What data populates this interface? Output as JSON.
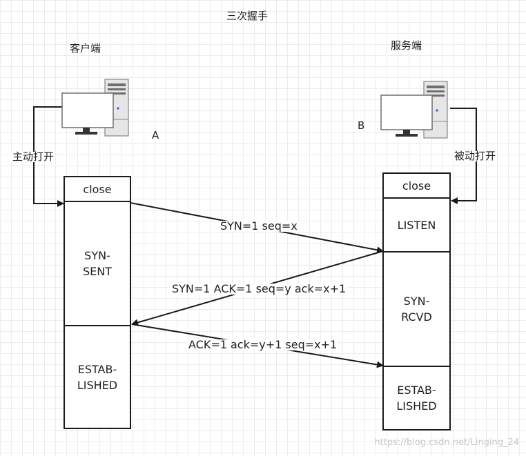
{
  "title": "三次握手",
  "client": {
    "title": "客户端",
    "letter": "A",
    "action": "主动打开"
  },
  "server": {
    "title": "服务端",
    "letter": "B",
    "action": "被动打开"
  },
  "client_states": {
    "close": "close",
    "syn_sent": "SYN-\nSENT",
    "established": "ESTAB-\nLISHED"
  },
  "server_states": {
    "close": "close",
    "listen": "LISTEN",
    "syn_rcvd": "SYN-\nRCVD",
    "established": "ESTAB-\nLISHED"
  },
  "messages": {
    "m1": "SYN=1 seq=x",
    "m2": "SYN=1 ACK=1 seq=y ack=x+1",
    "m3": "ACK=1 ack=y+1 seq=x+1"
  },
  "watermark": "https://blog.csdn.net/Linging_24"
}
